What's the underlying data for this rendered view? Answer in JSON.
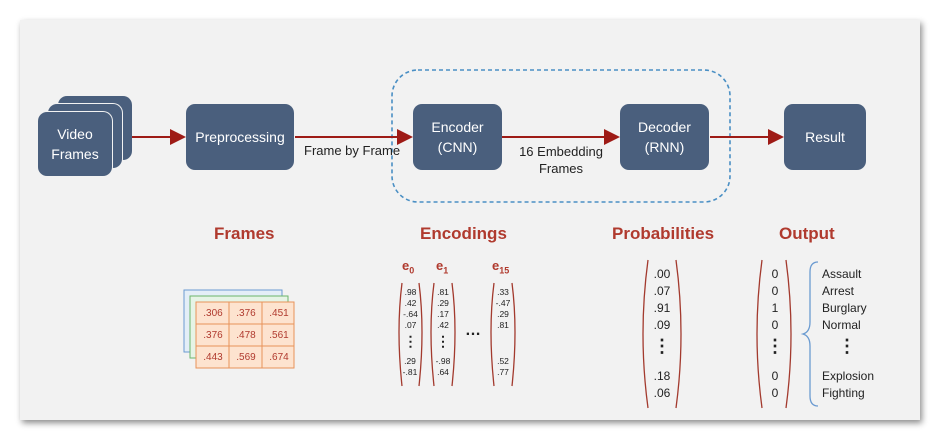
{
  "nodes": {
    "video_frames": [
      "Video",
      "Frames"
    ],
    "preprocessing": "Preprocessing",
    "encoder": [
      "Encoder",
      "(CNN)"
    ],
    "decoder": [
      "Decoder",
      "(RNN)"
    ],
    "result": "Result"
  },
  "edges": {
    "frame_by_frame": "Frame by Frame",
    "embedding": [
      "16 Embedding",
      "Frames"
    ]
  },
  "sections": {
    "frames": "Frames",
    "encodings": "Encodings",
    "probabilities": "Probabilities",
    "output": "Output"
  },
  "frame_grid": [
    [
      ".306",
      ".376",
      ".451"
    ],
    [
      ".376",
      ".478",
      ".561"
    ],
    [
      ".443",
      ".569",
      ".674"
    ]
  ],
  "encodings": {
    "e0": {
      "label": "e",
      "sub": "0",
      "values_top": [
        ".98",
        ".42",
        "-.64",
        ".07"
      ],
      "values_bottom": [
        ".29",
        "-.81"
      ]
    },
    "e1": {
      "label": "e",
      "sub": "1",
      "values_top": [
        ".81",
        ".29",
        ".17",
        ".42"
      ],
      "values_bottom": [
        "-.98",
        ".64"
      ]
    },
    "e15": {
      "label": "e",
      "sub": "15",
      "values_top": [
        ".33",
        "-.47",
        ".29",
        ".81"
      ],
      "values_bottom": [
        ".52",
        ".77"
      ]
    },
    "dots_h": "…",
    "dots_v": "⋮"
  },
  "probabilities": {
    "top": [
      ".00",
      ".07",
      ".91",
      ".09"
    ],
    "bottom": [
      ".18",
      ".06"
    ]
  },
  "output": {
    "bits_top": [
      "0",
      "0",
      "1",
      "0"
    ],
    "bits_bottom": [
      "0",
      "0"
    ],
    "classes_top": [
      "Assault",
      "Arrest",
      "Burglary",
      "Normal"
    ],
    "classes_bottom": [
      "Explosion",
      "Fighting"
    ]
  },
  "colors": {
    "box": "#4a5f7d",
    "arrow": "#9e1b16",
    "accent": "#b03a2e",
    "dashed": "#4a8fc4",
    "grid_fill": "#fde3cf"
  }
}
